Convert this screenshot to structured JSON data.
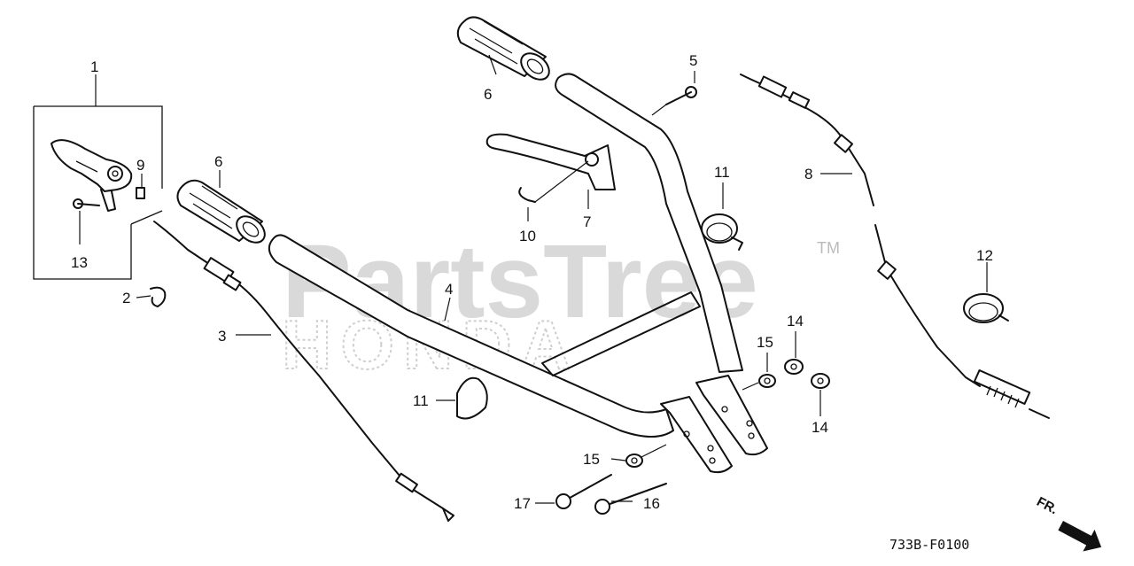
{
  "watermark": {
    "brand": "PartsTree",
    "tm": "TM",
    "maker": "HONDA"
  },
  "diagram_code": "733B-F0100",
  "direction_label": "FR.",
  "callouts": {
    "c1": "1",
    "c2": "2",
    "c3": "3",
    "c4": "4",
    "c5": "5",
    "c6a": "6",
    "c6b": "6",
    "c7": "7",
    "c8": "8",
    "c9": "9",
    "c10": "10",
    "c11a": "11",
    "c11b": "11",
    "c12": "12",
    "c13": "13",
    "c14a": "14",
    "c14b": "14",
    "c15a": "15",
    "c15b": "15",
    "c16": "16",
    "c17": "17"
  },
  "icons": {
    "grip": "handle-grip-icon",
    "handlebar": "handlebar-icon",
    "cable": "control-cable-icon",
    "lever": "throttle-lever-icon",
    "clamp": "cable-clamp-icon",
    "bolt": "bolt-icon",
    "nut": "nut-icon",
    "washer": "washer-icon",
    "direction": "arrow-icon"
  }
}
